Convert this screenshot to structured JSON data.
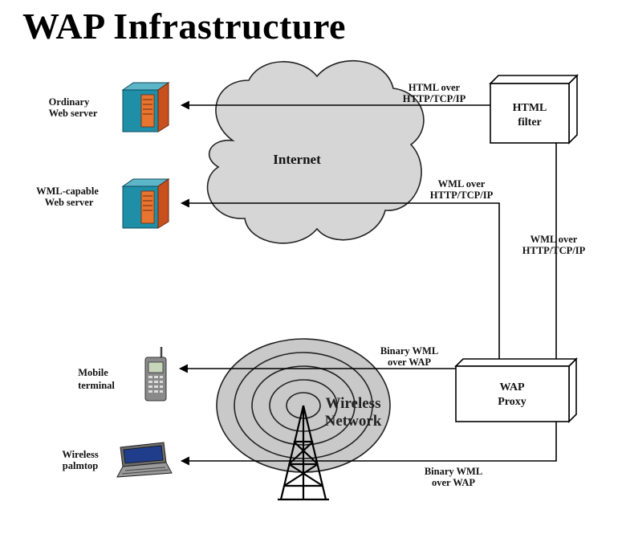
{
  "title": "WAP  Infrastructure",
  "nodes": {
    "ordinary_server": [
      "Ordinary",
      "Web server"
    ],
    "wml_server": [
      "WML-capable",
      "Web server"
    ],
    "mobile_terminal": [
      "Mobile",
      "terminal"
    ],
    "wireless_palmtop": [
      "Wireless",
      "palmtop"
    ],
    "internet": "Internet",
    "wireless_network": [
      "Wireless",
      "Network"
    ],
    "html_filter": [
      "HTML",
      "filter"
    ],
    "wap_proxy": [
      "WAP",
      "Proxy"
    ]
  },
  "edges": {
    "filter_to_ordinary": [
      "HTML over",
      "HTTP/TCP/IP"
    ],
    "proxy_to_wml_server": [
      "WML over",
      "HTTP/TCP/IP"
    ],
    "proxy_to_filter": [
      "WML over",
      "HTTP/TCP/IP"
    ],
    "proxy_to_mobile": [
      "Binary WML",
      "over WAP"
    ],
    "proxy_to_palmtop": [
      "Binary WML",
      "over WAP"
    ]
  },
  "colors": {
    "server_teal": "#1f8fa8",
    "server_orange": "#c8501e",
    "cloud_gray": "#d6d6d6",
    "ring_gray": "#c9c9c9"
  }
}
